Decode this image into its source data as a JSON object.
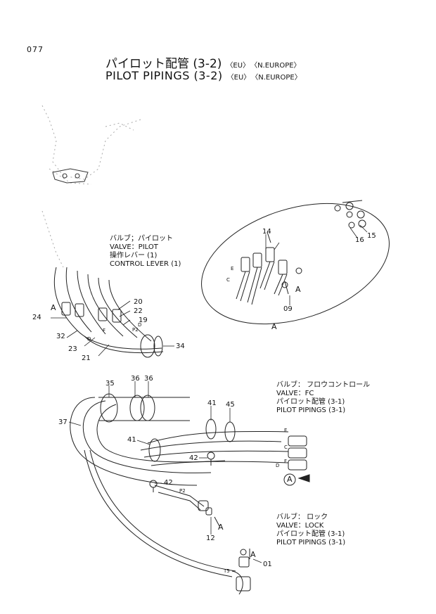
{
  "page": {
    "number": "077",
    "title_jp": "パイロット配管 (3-2)",
    "title_en": "PILOT PIPINGS (3-2)",
    "tag_eu": "〈EU〉",
    "tag_region": "〈N.EUROPE〉"
  },
  "notes": {
    "pilot_valve": {
      "jp": "バルブ；パイロット",
      "en": "VALVE：PILOT",
      "lever_jp": "操作レバー (1)",
      "lever_en": "CONTROL LEVER (1)"
    },
    "fc_valve": {
      "jp": "バルブ： フロウコントロール",
      "en": "VALVE：FC",
      "pipe_jp": "パイロット配管 (3-1)",
      "pipe_en": "PILOT PIPINGS (3-1)"
    },
    "lock_valve": {
      "jp": "バルブ： ロック",
      "en": "VALVE：LOCK",
      "pipe_jp": "パイロット配管 (3-1)",
      "pipe_en": "PILOT PIPINGS (3-1)"
    }
  },
  "callouts": {
    "p14": "14",
    "p15": "15",
    "p16": "16",
    "p09": "09",
    "p20": "20",
    "p22": "22",
    "p19": "19",
    "p24": "24",
    "p32": "32",
    "p23": "23",
    "p21": "21",
    "p34": "34",
    "p35": "35",
    "p36a": "36",
    "p36b": "36",
    "p37": "37",
    "p41a": "41",
    "p45": "45",
    "p41b": "41",
    "p42a": "42",
    "p42b": "42",
    "p12": "12",
    "p01": "01"
  },
  "view_letters": {
    "a1": "A",
    "a2": "A",
    "a3": "A",
    "a4": "A",
    "a5": "A",
    "a6": "A"
  },
  "hose_marks": {
    "e1": "E",
    "c1": "C",
    "d1": "D",
    "f1": "F",
    "p2": "P2",
    "t5": "T5",
    "e2": "E",
    "c2": "C",
    "d2": "D",
    "f2": "F",
    "d3": "D",
    "p2b": "P2"
  }
}
